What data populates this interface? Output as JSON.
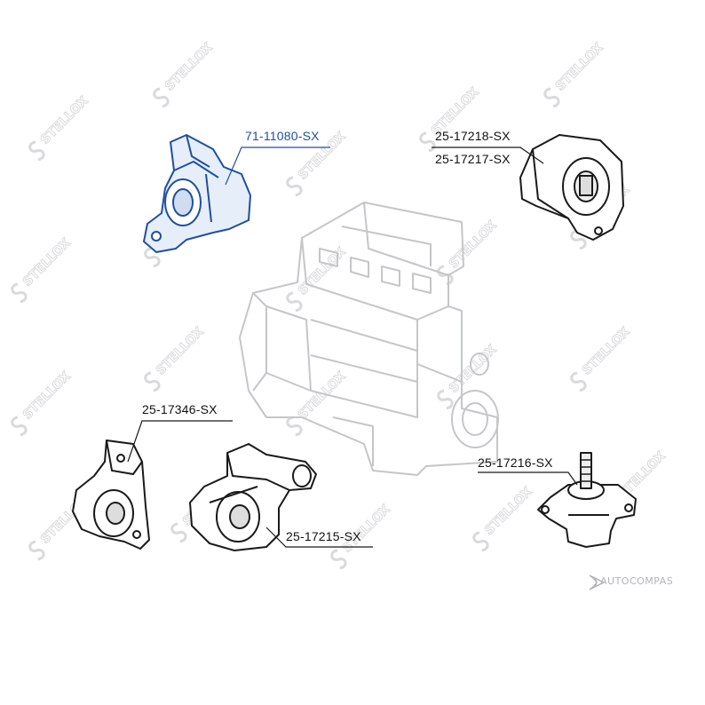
{
  "watermark": {
    "brand_text": "STELLOX",
    "color": "#d9dadc"
  },
  "parts": {
    "p71_11080": "71-11080-SX",
    "p25_17218": "25-17218-SX",
    "p25_17217": "25-17217-SX",
    "p25_17346": "25-17346-SX",
    "p25_17216": "25-17216-SX",
    "p25_17215": "25-17215-SX"
  },
  "brand_badge": "AUTOCOMPAS",
  "colors": {
    "line": "#1a1a1a",
    "highlight_part": "#1f4fa0",
    "highlight_fill": "#e6eef9",
    "engine_line": "#c4c6c9"
  }
}
